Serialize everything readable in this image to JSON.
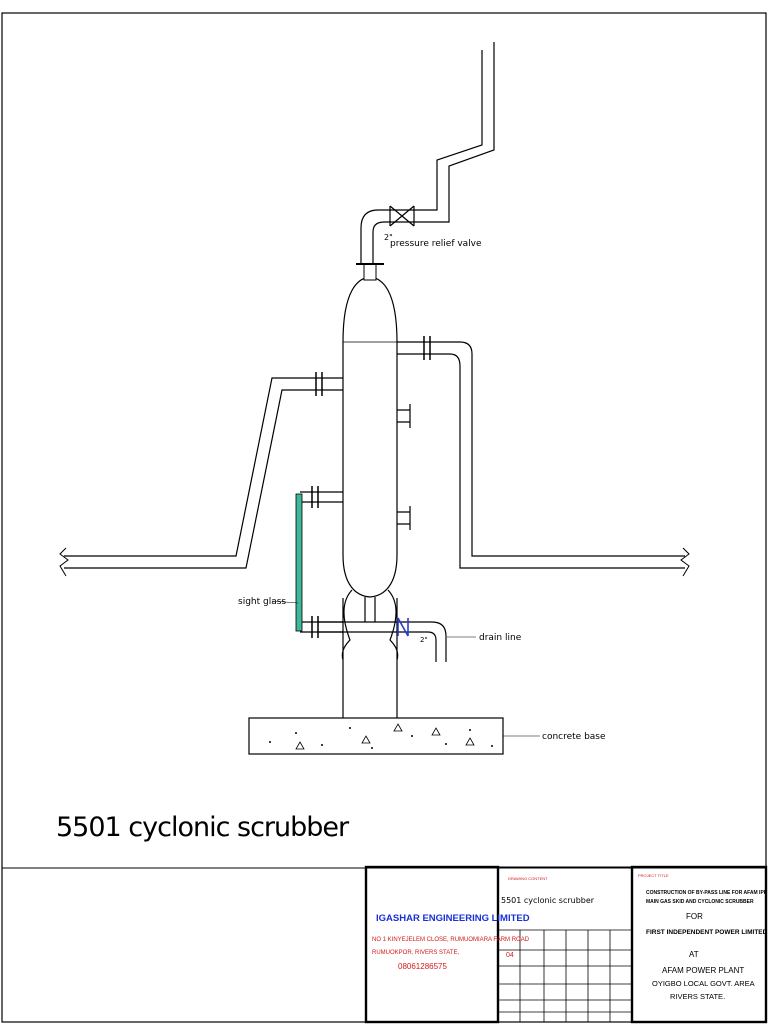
{
  "drawing": {
    "title": "5501 cyclonic scrubber",
    "labels": {
      "pressure_relief_size": "2\"",
      "pressure_relief": "pressure relief valve",
      "sight_glass": "sight glass",
      "drain_size": "2\"",
      "drain_line": "drain line",
      "concrete_base": "concrete base"
    }
  },
  "title_block": {
    "company_name": "IGASHAR ENGINEERING LIMITED",
    "address_line1": "NO 1 KINYEJELEM CLOSE, RUMUOMIARA FARM ROAD",
    "address_line2": "RUMUOKPOR, RIVERS STATE,",
    "phone": "08061286575",
    "drawing_content_label": "DRAWING CONTENT",
    "drawing_content_value": "5501 cyclonic scrubber",
    "sheet_no": "04",
    "project_title_label": "PROJECT TITLE",
    "project_line1": "CONSTRUCTION OF BY-PASS LINE FOR AFAM IPP",
    "project_line2": "MAIN GAS SKID AND CYCLONIC SCRUBBER",
    "for_text": "FOR",
    "client": "FIRST INDEPENDENT POWER LIMITED",
    "at_text": "AT",
    "location1": "AFAM POWER PLANT",
    "location2": "OYIGBO LOCAL GOVT. AREA",
    "location3": "RIVERS STATE."
  },
  "colors": {
    "line": "#000000",
    "sight_glass": "#3fb89a",
    "company_blue": "#1a2fd6",
    "address_red": "#d11a1a",
    "valve_blue": "#2a3cc8"
  }
}
